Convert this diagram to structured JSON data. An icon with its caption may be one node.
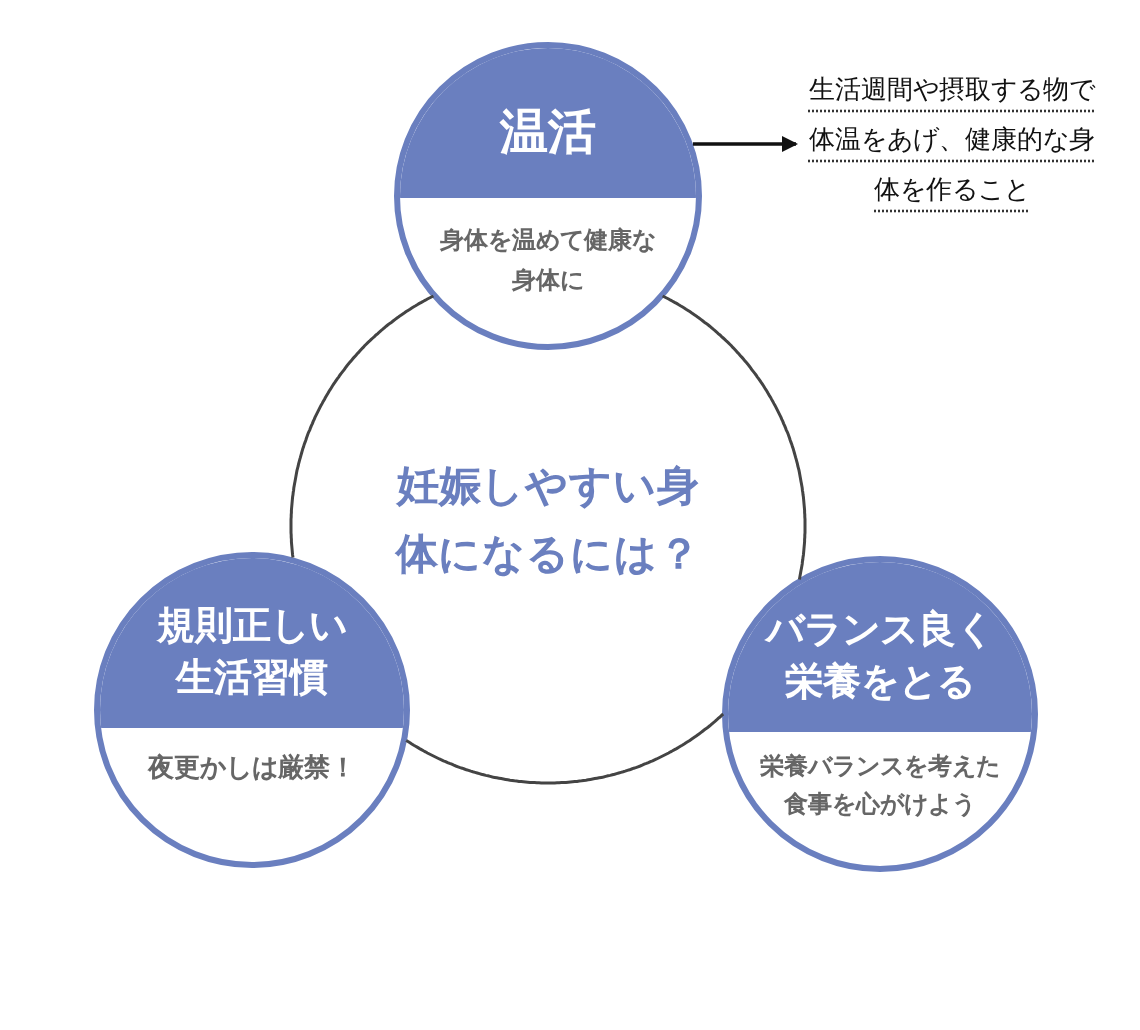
{
  "diagram": {
    "nodes": [
      {
        "text": [
          "妊娠しやすい身体になるには？"
        ]
      },
      {
        "text": [
          "温活",
          "身体を温めて健康な身体に"
        ]
      },
      {
        "text": [
          "規則正しい生活習慣",
          "夜更かしは厳禁！"
        ]
      },
      {
        "text": [
          "バランス良く栄養をとる",
          "栄養バランスを考えた食事を心がけよう"
        ]
      },
      {
        "text": [
          "生活週間や摂取する物で体温をあげ、健康的な身体を作ること"
        ]
      }
    ],
    "edges": [
      {
        "from": 1,
        "to": 4,
        "arrow": "to"
      }
    ]
  }
}
